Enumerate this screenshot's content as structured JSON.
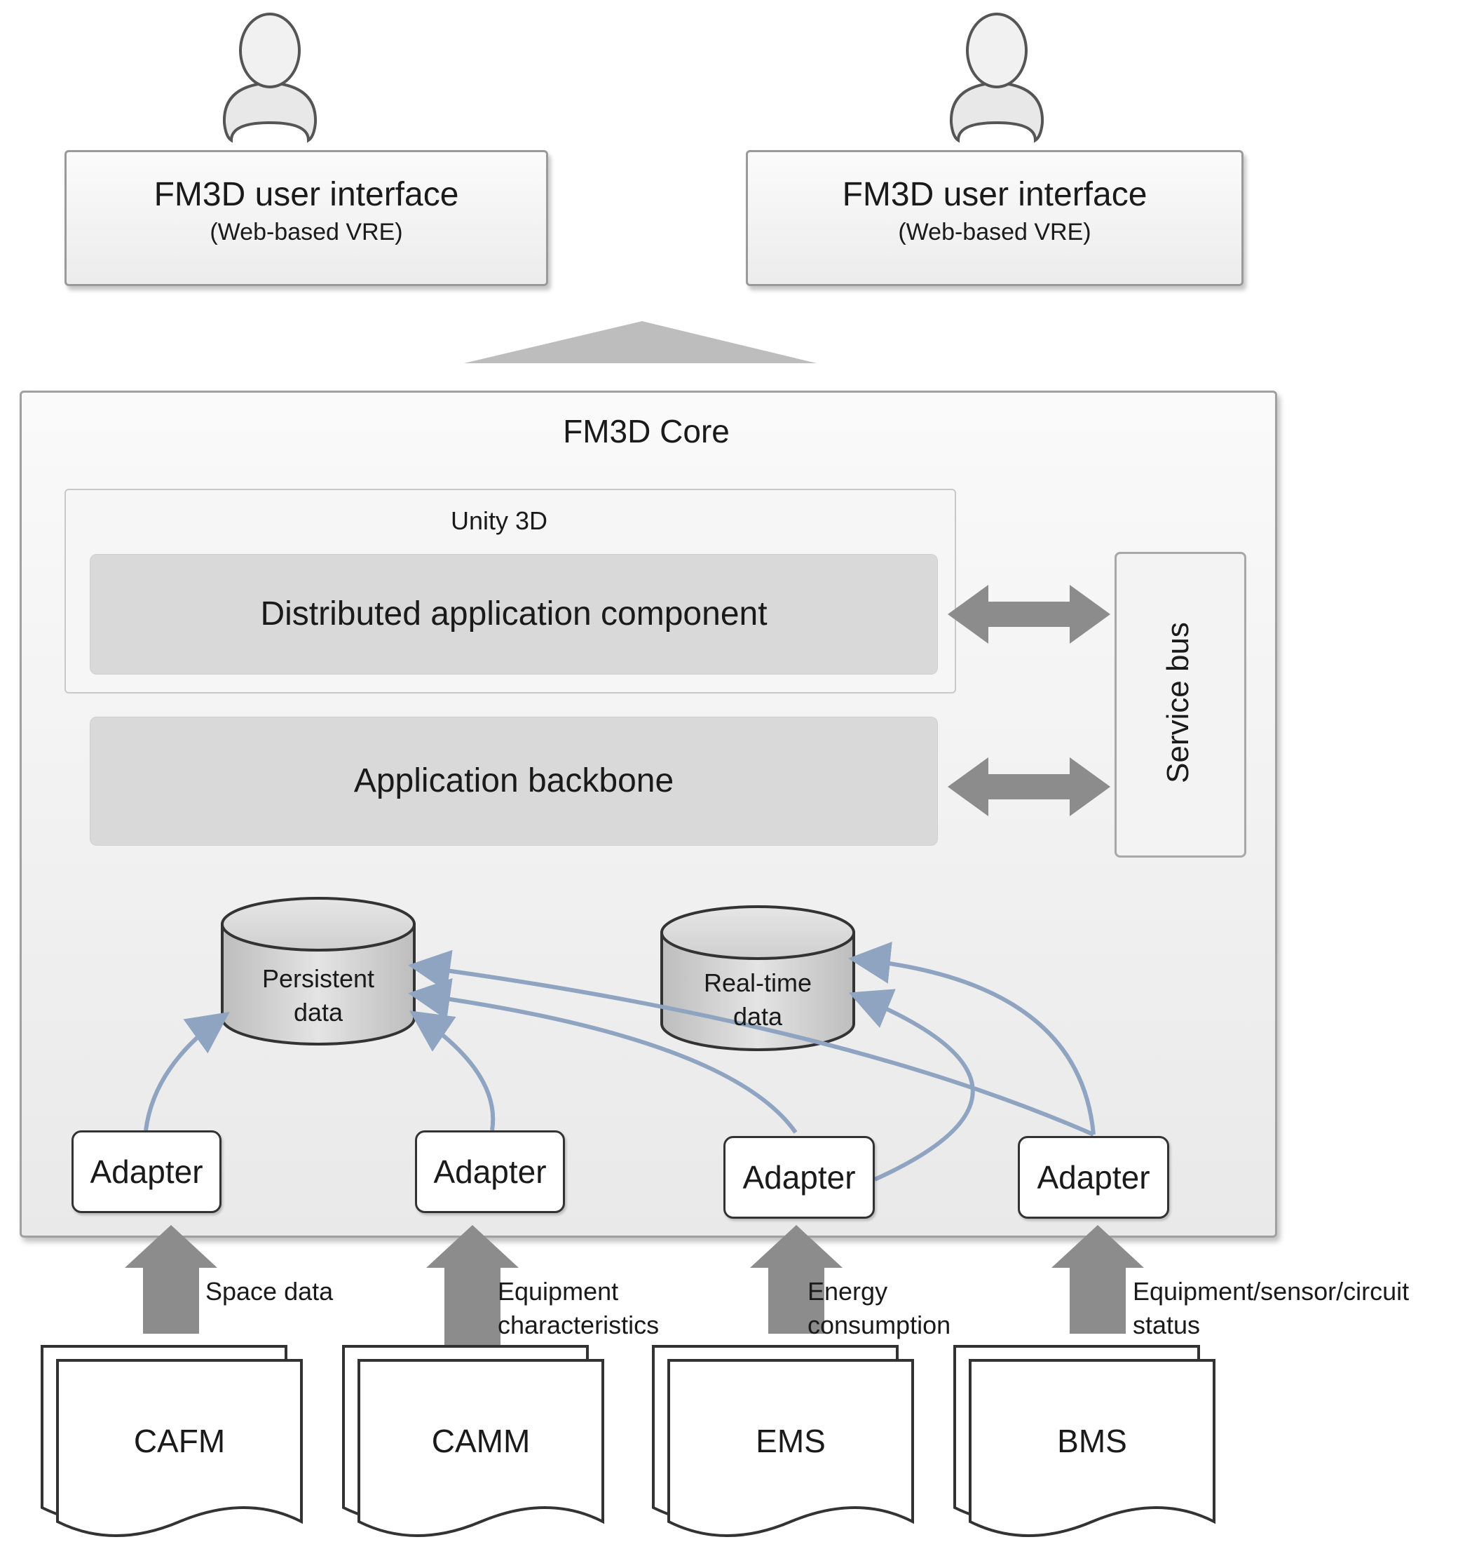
{
  "users": [
    {
      "ui_title": "FM3D user interface",
      "ui_subtitle": "(Web-based VRE)"
    },
    {
      "ui_title": "FM3D user interface",
      "ui_subtitle": "(Web-based VRE)"
    }
  ],
  "core": {
    "title": "FM3D Core",
    "unity_title": "Unity 3D",
    "distributed_component": "Distributed application component",
    "backbone": "Application backbone",
    "service_bus": "Service bus"
  },
  "databases": {
    "persistent": [
      "Persistent",
      "data"
    ],
    "realtime": [
      "Real-time",
      "data"
    ]
  },
  "adapters": [
    "Adapter",
    "Adapter",
    "Adapter",
    "Adapter"
  ],
  "sources": [
    {
      "name": "CAFM",
      "flow_label": [
        "Space data"
      ]
    },
    {
      "name": "CAMM",
      "flow_label": [
        "Equipment",
        "characteristics"
      ]
    },
    {
      "name": "EMS",
      "flow_label": [
        "Energy",
        "consumption"
      ]
    },
    {
      "name": "BMS",
      "flow_label": [
        "Equipment/sensor/circuit",
        "status"
      ]
    }
  ],
  "colors": {
    "arrow_gray": "#8c8c8c",
    "light_arrow": "#bdbdbd",
    "flow_blue": "#8fa4c0",
    "bar_fill": "#d9d9d9"
  }
}
